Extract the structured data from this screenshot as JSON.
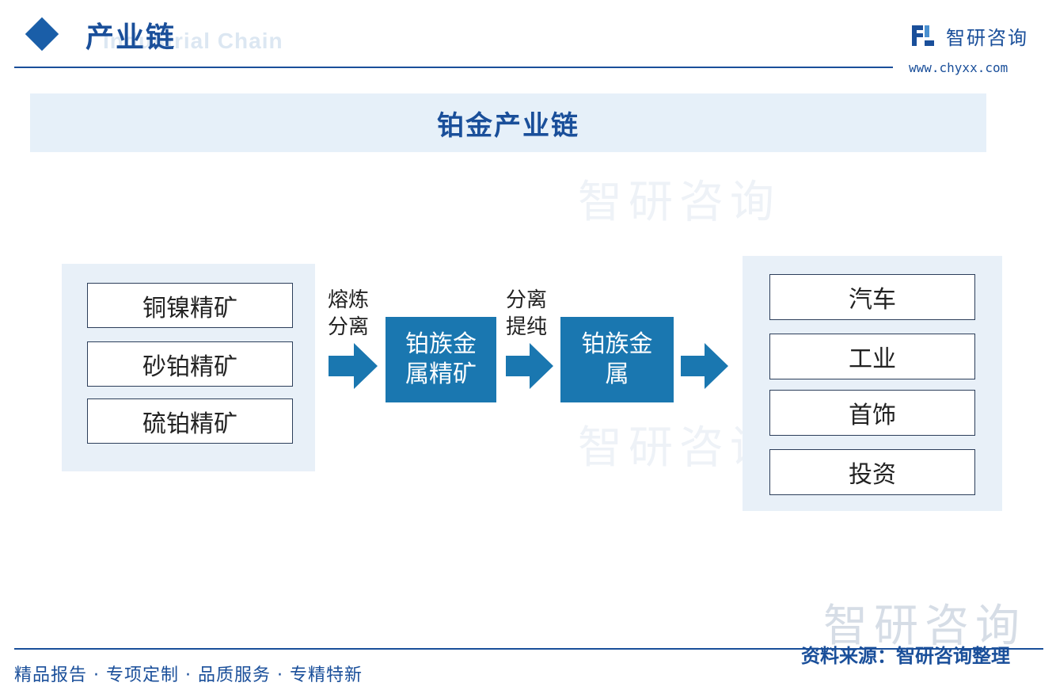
{
  "header": {
    "title": "产业链",
    "subtitle": "Industrial Chain",
    "logo_text": "智研咨询",
    "url": "www.chyxx.com"
  },
  "banner": {
    "title": "铂金产业链"
  },
  "sources": [
    "铜镍精矿",
    "砂铂精矿",
    "硫铂精矿"
  ],
  "processes": [
    {
      "line1": "熔炼",
      "line2": "分离"
    },
    {
      "line1": "分离",
      "line2": "提纯"
    }
  ],
  "intermediates": [
    {
      "line1": "铂族金",
      "line2": "属精矿"
    },
    {
      "line1": "铂族金",
      "line2": "属"
    }
  ],
  "uses": [
    "汽车",
    "工业",
    "首饰",
    "投资"
  ],
  "footer": {
    "slogan": "精品报告 · 专项定制 · 品质服务 · 专精特新",
    "source": "资料来源：智研咨询整理"
  },
  "watermark": {
    "text": "智研咨询"
  },
  "colors": {
    "brand": "#1a4f9a",
    "box_fill": "#1a77b0",
    "panel": "#e8f0f8"
  }
}
